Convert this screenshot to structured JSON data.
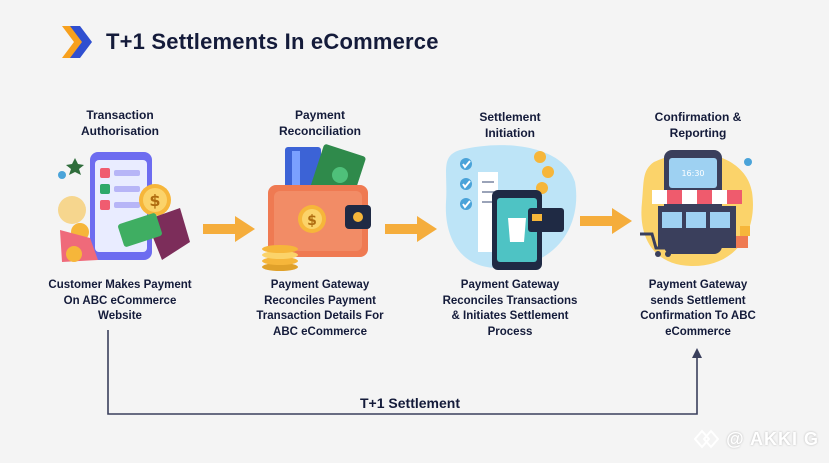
{
  "header": {
    "title": "T+1 Settlements In eCommerce",
    "logo_icon": "blue-orange-chevron-logo"
  },
  "steps": [
    {
      "label": "Transaction Authorisation",
      "label_lines": [
        "Transaction",
        "Authorisation"
      ],
      "description_lines": [
        "Customer Makes Payment",
        "On ABC eCommerce",
        "Website"
      ],
      "illustration_icon": "phone-payment-illustration"
    },
    {
      "label": "Payment Reconciliation",
      "label_lines": [
        "Payment",
        "Reconciliation"
      ],
      "description_lines": [
        "Payment Gateway",
        "Reconciles Payment",
        "Transaction Details For",
        "ABC eCommerce"
      ],
      "illustration_icon": "wallet-illustration"
    },
    {
      "label": "Settlement Initiation",
      "label_lines": [
        "Settlement",
        "Initiation"
      ],
      "description_lines": [
        "Payment Gateway",
        "Reconciles Transactions",
        "& Initiates Settlement",
        "Process"
      ],
      "illustration_icon": "mobile-checkout-illustration"
    },
    {
      "label": "Confirmation & Reporting",
      "label_lines": [
        "Confirmation &",
        "Reporting"
      ],
      "description_lines": [
        "Payment Gateway",
        "sends Settlement",
        "Confirmation To ABC",
        "eCommerce"
      ],
      "illustration_icon": "storefront-illustration"
    }
  ],
  "loop_label": "T+1 Settlement",
  "watermark": "@ AKKI G",
  "colors": {
    "navy": "#141b3a",
    "arrow": "#f5ad3c",
    "logo_blue": "#2f4fd0",
    "logo_orange": "#f7a01d"
  }
}
